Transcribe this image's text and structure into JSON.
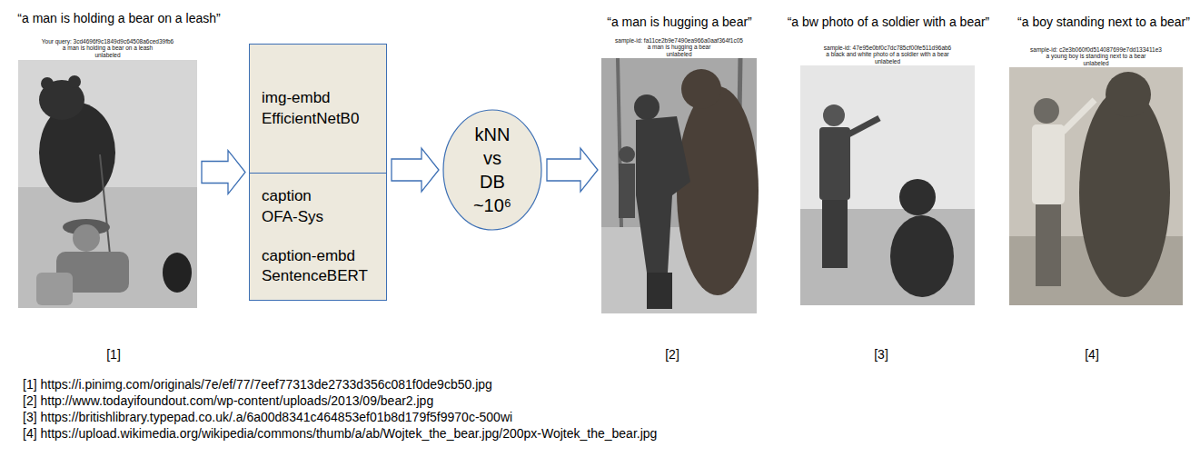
{
  "diagram": {
    "nodes": [
      {
        "text": [
          "“a man is holding a bear on a leash”",
          "Your query: 3cd4696f9c1849d9c64508a6ced39fb6",
          "a man is holding a bear on a leash",
          "unlabeled"
        ]
      },
      {
        "text": []
      },
      {
        "text": [
          "img-embd EfficientNetB0"
        ],
        "in": 1
      },
      {
        "text": [
          "caption OFA-Sys",
          "caption-embd SentenceBERT"
        ],
        "in": 1
      },
      {
        "text": [
          "kNN vs DB ~10⁶"
        ]
      },
      {
        "text": [
          "“a man is hugging a bear”",
          "sample-id: fa11ce2b9e7490ea966a0aaf364f1c05",
          "a man is hugging a bear",
          "unlabeled"
        ]
      },
      {
        "text": [
          "“a bw photo of a soldier with a bear”",
          "sample-id: 47e95e0bf0c7dc785cf00fe511d96ab6",
          "a black and white photo of a soldier with a bear",
          "unlabeled"
        ]
      },
      {
        "text": [
          "“a boy standing next to a bear”",
          "sample-id: c2e3b060f0d514087699e7dd133411e3",
          "a young boy is standing next to a bear",
          "unlabeled"
        ]
      }
    ],
    "edges": [
      {
        "from": 0,
        "to": 1,
        "arrow": "to"
      },
      {
        "from": 1,
        "to": 4,
        "arrow": "to"
      },
      {
        "from": 4,
        "to": 5,
        "arrow": "to"
      }
    ],
    "labels": [
      "[1]",
      "[2]",
      "[3]",
      "[4]",
      "[1] https://i.pinimg.com/originals/7e/ef/77/7eef77313de2733d356c081f0de9cb50.jpg",
      "[2] http://www.todayifoundout.com/wp-content/uploads/2013/09/bear2.jpg",
      "[3] https://britishlibrary.typepad.co.uk/.a/6a00d8341c464853ef01b8d179f5f9970c-500wi",
      "[4] https://upload.wikimedia.org/wikipedia/commons/thumb/a/ab/Wojtek_the_bear.jpg/200px-Wojtek_the_bear.jpg"
    ]
  }
}
